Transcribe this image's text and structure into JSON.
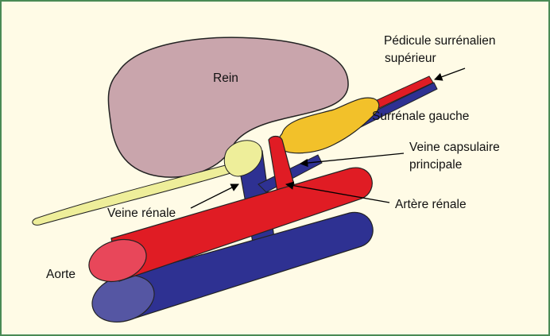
{
  "colors": {
    "border": "#4a8a55",
    "background": "#fffbe6",
    "kidney": "#c9a5ac",
    "adrenal": "#f2c12a",
    "artery": "#e01c24",
    "vein": "#2e3192",
    "vein_light": "#eeee9a",
    "aorta_end": "#e8475a",
    "vena_cava_end": "#5556a3"
  },
  "labels": {
    "rein": "Rein",
    "pedicule_line1": "Pédicule surrénalien",
    "pedicule_line2": "supérieur",
    "surrenale": "Surrénale gauche",
    "veine_caps_line1": "Veine capsulaire",
    "veine_caps_line2": "principale",
    "artere": "Artère rénale",
    "veine_renale": "Veine rénale",
    "aorte": "Aorte"
  }
}
